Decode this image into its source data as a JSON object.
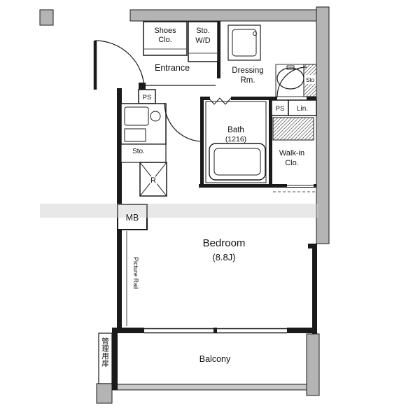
{
  "colors": {
    "wall_gray": "#b4b4b4",
    "railing_gray": "#c9c9c9",
    "watermark_gray": "#cccccc"
  },
  "rooms": {
    "entrance": {
      "label": "Entrance"
    },
    "shoes_closet": {
      "line1": "Shoes",
      "line2": "Clo."
    },
    "storage_wd": {
      "line1": "Sto.",
      "line2": "W/D"
    },
    "dressing_room": {
      "line1": "Dressing",
      "line2": "Rm."
    },
    "storage_upper_right": {
      "label": "Sto"
    },
    "pipe_space_entrance": {
      "label": "PS"
    },
    "pipe_space_hall": {
      "label": "PS"
    },
    "linen": {
      "label": "Lin."
    },
    "bath": {
      "line1": "Bath",
      "line2": "(1216)"
    },
    "walk_in_closet": {
      "line1": "Walk-in",
      "line2": "Clo."
    },
    "kitchen_storage": {
      "label": "Sto."
    },
    "refrigerator": {
      "label": "R"
    },
    "meter_box": {
      "label": "MB"
    },
    "picture_rail": {
      "label": "Picture Rail"
    },
    "bedroom": {
      "line1": "Bedroom",
      "line2": "(8.8J)"
    },
    "balcony": {
      "label": "Balcony"
    },
    "service_door": {
      "label": "管理用扉"
    }
  }
}
